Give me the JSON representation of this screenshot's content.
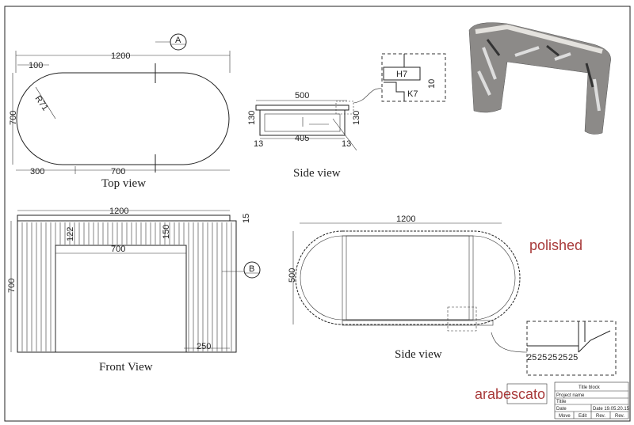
{
  "top_view": {
    "caption": "Top view",
    "dim_length": "1200",
    "dim_end": "100",
    "dim_width": "700",
    "dim_radius": "R71",
    "dim_bottom_left": "300",
    "dim_bottom_mid": "700",
    "section_marker": "A"
  },
  "side_view_small": {
    "caption": "Side view",
    "dim_length": "500",
    "dim_inner": "405",
    "dim_height_left": "130",
    "dim_height_right": "130",
    "dim_left_offset": "13",
    "dim_right_offset": "13",
    "detail_h": "H7",
    "detail_k": "K7",
    "detail_dim": "10"
  },
  "front_view": {
    "caption": "Front View",
    "dim_length": "1200",
    "dim_top": "15",
    "dim_left_apron": "122",
    "dim_right_apron": "150",
    "dim_opening": "700",
    "dim_height": "700",
    "dim_leg": "250",
    "section_marker": "B"
  },
  "plan_view": {
    "caption": "Side view",
    "dim_length": "1200",
    "dim_width": "500",
    "detail_dims": [
      "25",
      "25",
      "25",
      "25",
      "25"
    ]
  },
  "notes": {
    "finish": "polished",
    "material": "arabescato",
    "note_color": "#a83a3a"
  },
  "title_block": {
    "title": "Title block",
    "project_name": "Project name",
    "titile": "Titile",
    "date_label": "Date",
    "date_value": "Date  19.05.20.15",
    "columns": [
      "Move",
      "Edit",
      "Rev.",
      "Rev."
    ]
  }
}
